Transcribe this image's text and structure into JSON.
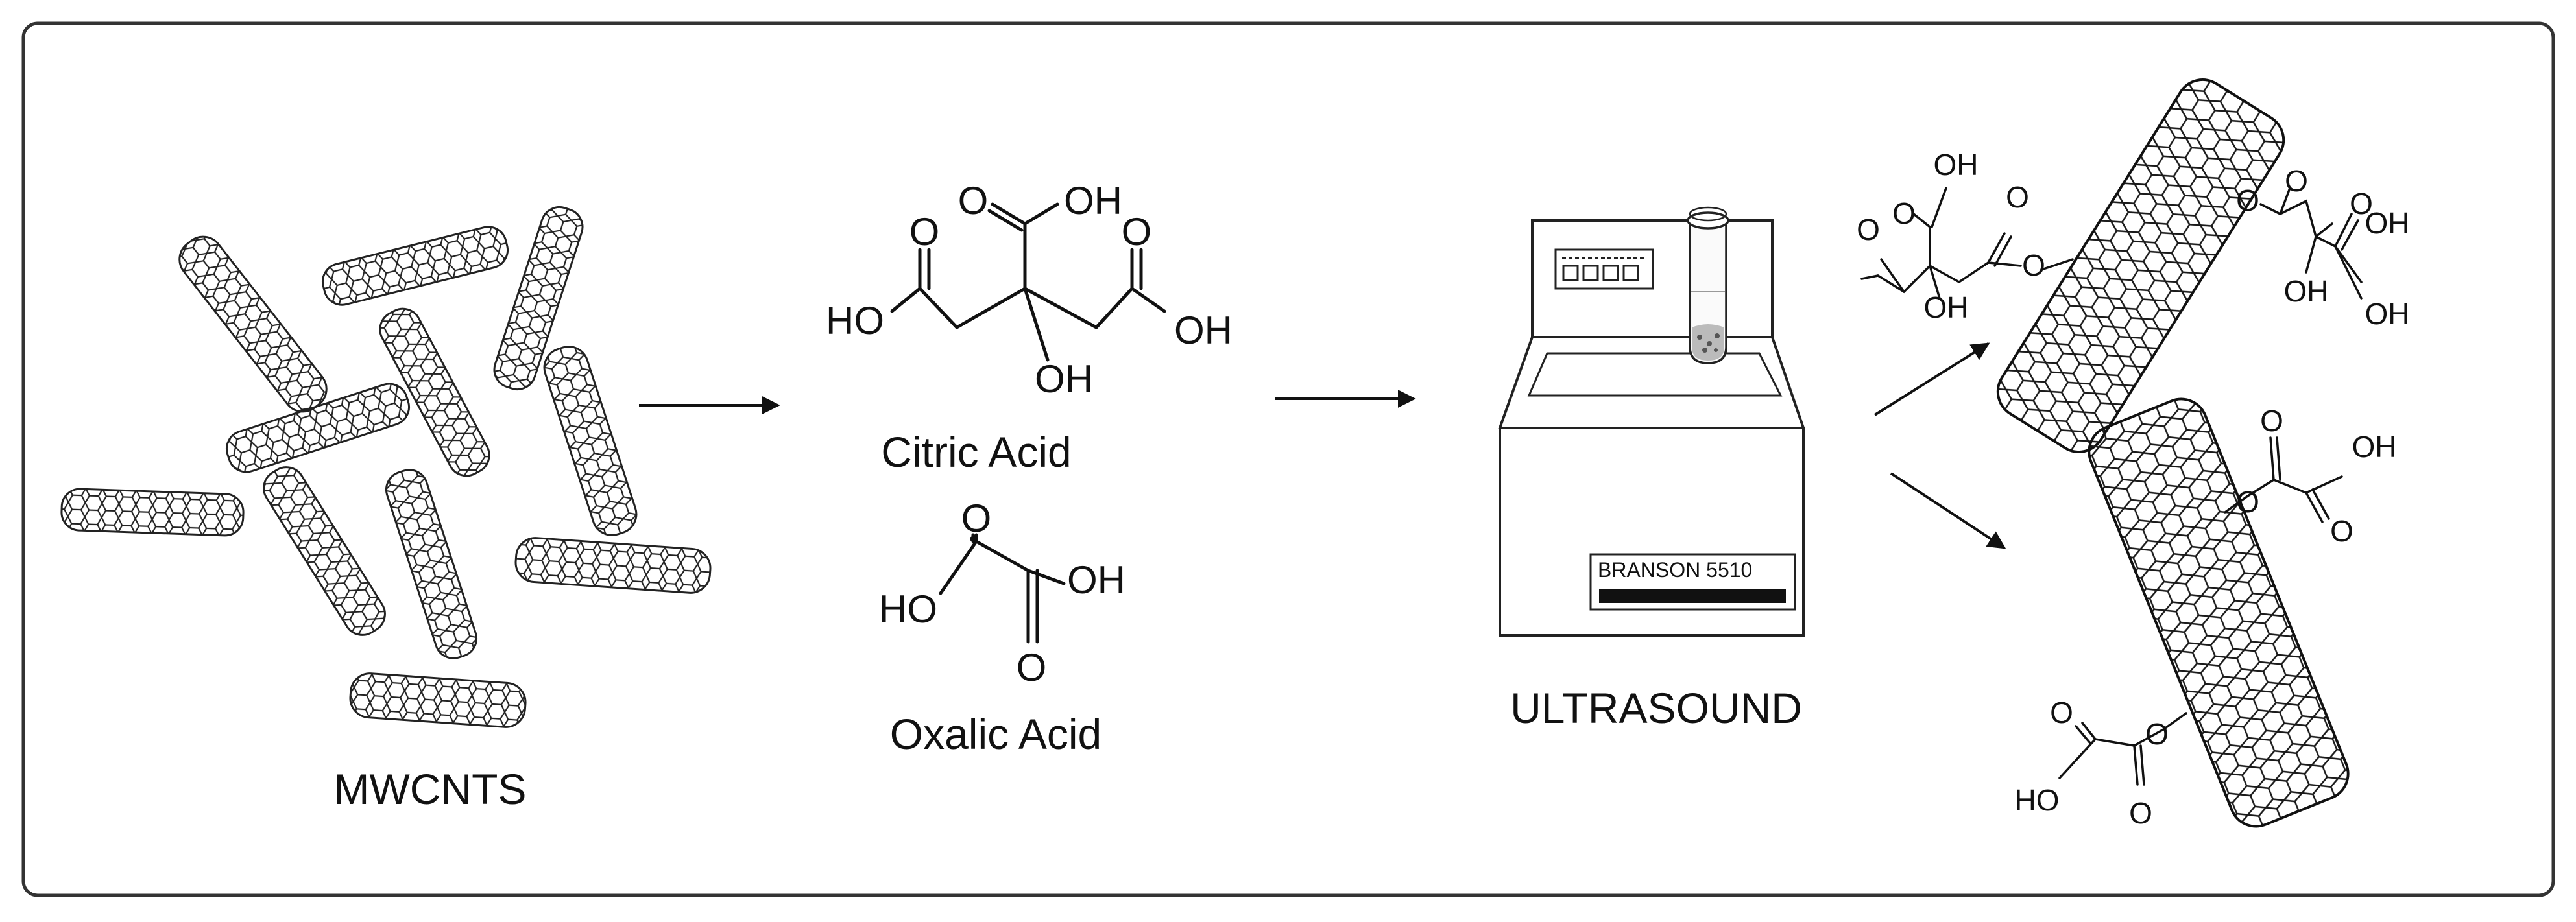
{
  "diagram": {
    "nodes": {
      "mwcnts": {
        "label": "MWCNTS"
      },
      "citric_acid": {
        "label": "Citric Acid",
        "atoms": {
          "top_o": "O",
          "top_oh": "OH",
          "left_o": "O",
          "left_ho": "HO",
          "right_o": "O",
          "right_oh": "OH",
          "center_oh": "OH"
        }
      },
      "oxalic_acid": {
        "label": "Oxalic Acid",
        "atoms": {
          "top_o": "O",
          "ho": "HO",
          "oh": "OH",
          "bottom_o": "O"
        }
      },
      "ultrasound": {
        "label": "ULTRASOUND",
        "device_label": "BRANSON 5510"
      },
      "product_citric": {
        "atoms": {
          "l_oh": "OH",
          "l_o1": "O",
          "l_o2": "O",
          "l_o3": "O",
          "l_oh2": "OH",
          "l_link": "O",
          "r_link": "O",
          "r_o1": "O",
          "r_o2": "O",
          "r_oh1": "OH",
          "r_oh2": "OH",
          "r_oh3": "OH"
        }
      },
      "product_oxalic": {
        "atoms": {
          "u_o1": "O",
          "u_oh": "OH",
          "u_link": "O",
          "u_o2": "O",
          "d_o1": "O",
          "d_link": "O",
          "d_ho": "HO",
          "d_o2": "O"
        }
      }
    },
    "edges": [
      {
        "from": "mwcnts",
        "to": "citric_acid"
      },
      {
        "from": "citric_acid",
        "to": "ultrasound"
      },
      {
        "from": "ultrasound",
        "to": "product_citric"
      },
      {
        "from": "ultrasound",
        "to": "product_oxalic"
      }
    ]
  }
}
